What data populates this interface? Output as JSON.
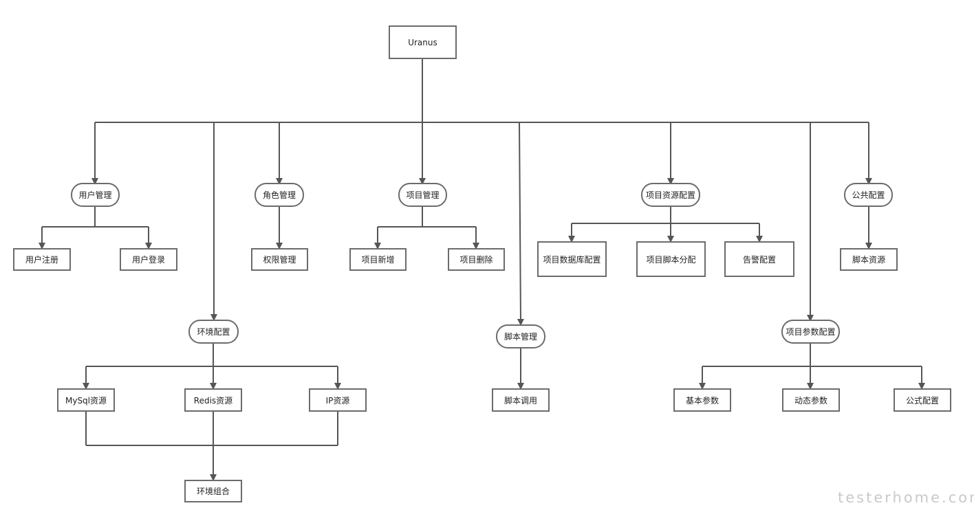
{
  "root": "Uranus",
  "nodes": {
    "user_mgmt": "用户管理",
    "user_register": "用户注册",
    "user_login": "用户登录",
    "env_config": "环境配置",
    "mysql_res": "MySql资源",
    "redis_res": "Redis资源",
    "ip_res": "IP资源",
    "env_combo": "环境组合",
    "role_mgmt": "角色管理",
    "perm_mgmt": "权限管理",
    "project_mgmt": "项目管理",
    "project_add": "项目新增",
    "project_delete": "项目删除",
    "script_mgmt": "脚本管理",
    "script_call": "脚本调用",
    "project_res_config": "项目资源配置",
    "project_db_config": "项目数据库配置",
    "project_script_assign": "项目脚本分配",
    "alert_config": "告警配置",
    "project_param_config": "项目参数配置",
    "basic_params": "基本参数",
    "dynamic_params": "动态参数",
    "formula_config": "公式配置",
    "public_config": "公共配置",
    "script_res": "脚本资源"
  },
  "watermark": "testerhome.com"
}
